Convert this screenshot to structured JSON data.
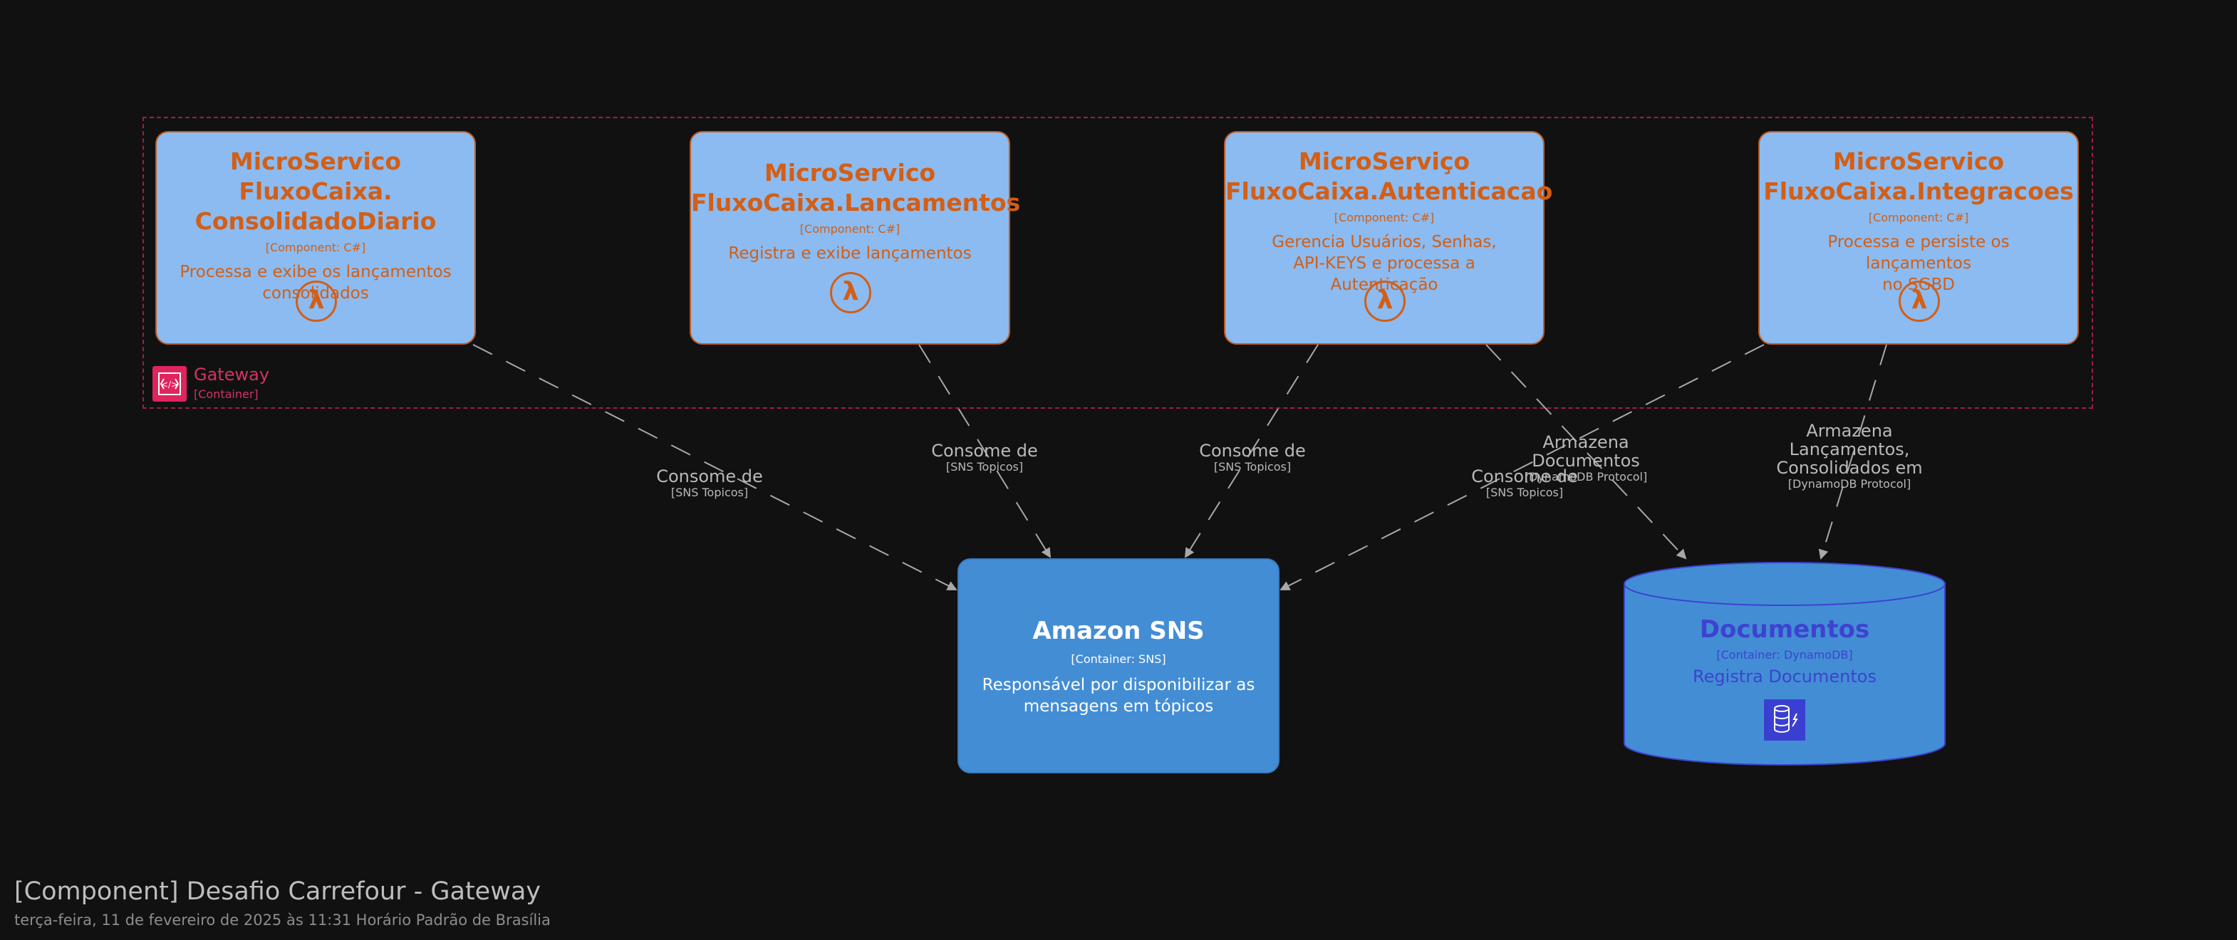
{
  "gateway": {
    "title": "Gateway",
    "type": "[Container]"
  },
  "components": [
    {
      "title_lines": [
        "MicroServico FluxoCaixa.",
        "ConsolidadoDiario"
      ],
      "type": "[Component: C#]",
      "desc_lines": [
        "Processa e exibe os lançamentos",
        "consolidados"
      ]
    },
    {
      "title_lines": [
        "MicroServico",
        "FluxoCaixa.Lancamentos"
      ],
      "type": "[Component: C#]",
      "desc_lines": [
        "Registra e exibe lançamentos"
      ]
    },
    {
      "title_lines": [
        "MicroServiço",
        "FluxoCaixa.Autenticacao"
      ],
      "type": "[Component: C#]",
      "desc_lines": [
        "Gerencia Usuários, Senhas,",
        "API-KEYS e processa a Autenticação"
      ]
    },
    {
      "title_lines": [
        "MicroServico",
        "FluxoCaixa.Integracoes"
      ],
      "type": "[Component: C#]",
      "desc_lines": [
        "Processa e persiste os lançamentos",
        "no SGBD"
      ]
    }
  ],
  "lambda_icon": "lambda-icon",
  "sns": {
    "title": "Amazon SNS",
    "type": "[Container: SNS]",
    "desc_lines": [
      "Responsável por disponibilizar as",
      "mensagens em tópicos"
    ]
  },
  "db": {
    "title": "Documentos",
    "type": "[Container: DynamoDB]",
    "desc": "Registra Documentos",
    "icon": "dynamodb-icon"
  },
  "edges": [
    {
      "label": "Consome de",
      "tech": "[SNS Topicos]"
    },
    {
      "label": "Consome de",
      "tech": "[SNS Topicos]"
    },
    {
      "label": "Consome de",
      "tech": "[SNS Topicos]"
    },
    {
      "label": "Consome de",
      "tech": "[SNS Topicos]"
    },
    {
      "label_lines": [
        "Armazena",
        "Documentos"
      ],
      "tech": "[DynamoDB Protocol]"
    },
    {
      "label_lines": [
        "Armazena",
        "Lançamentos,",
        "Consolidados em"
      ],
      "tech": "[DynamoDB Protocol]"
    }
  ],
  "footer": {
    "title": "[Component] Desafio Carrefour - Gateway",
    "subtitle": "terça-feira, 11 de fevereiro de 2025 às 11:31 Horário Padrão de Brasília"
  },
  "colors": {
    "background": "#111111",
    "component_fill": "#8bbbf0",
    "component_text": "#d35e15",
    "sns_fill": "#438dd5",
    "db_text": "#3d43d0",
    "boundary": "#9a2040",
    "edge": "#a8a8a8"
  }
}
